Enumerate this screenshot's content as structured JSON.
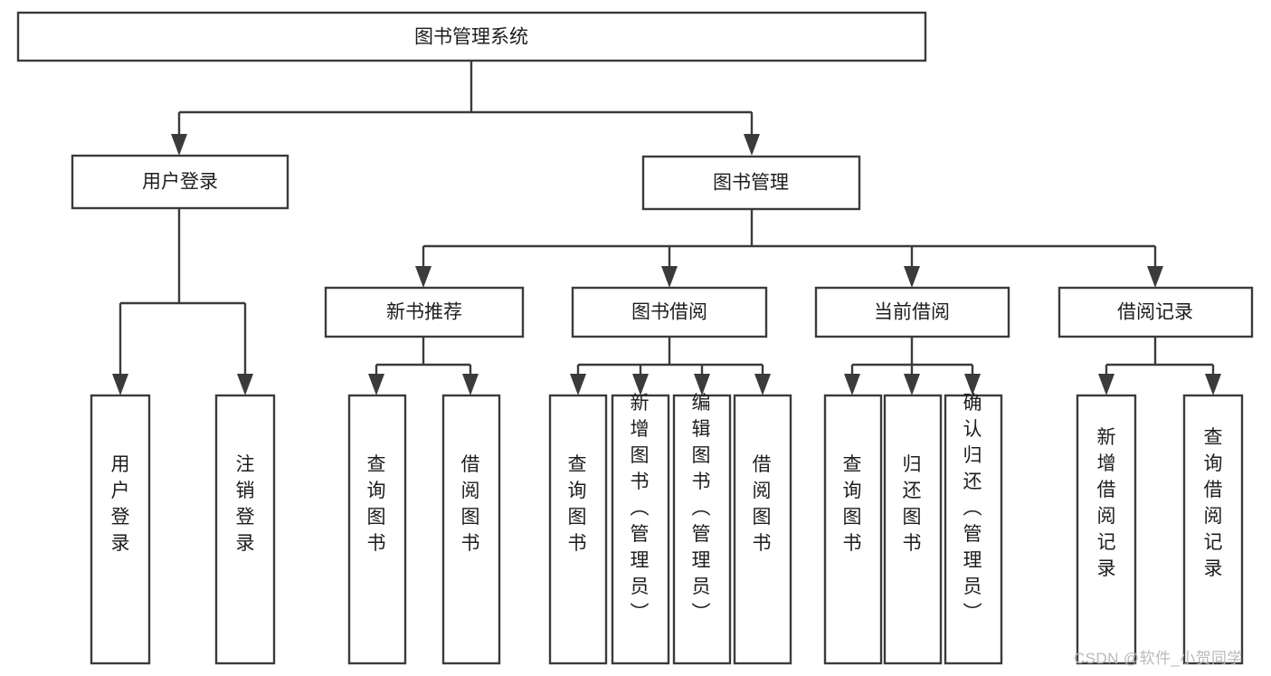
{
  "diagram": {
    "type": "tree-hierarchy",
    "root": {
      "id": "root",
      "label": "图书管理系统"
    },
    "level1": [
      {
        "id": "user-login",
        "label": "用户登录"
      },
      {
        "id": "book-management",
        "label": "图书管理"
      }
    ],
    "level2": [
      {
        "id": "new-book-recommend",
        "label": "新书推荐",
        "parent": "book-management"
      },
      {
        "id": "book-borrow",
        "label": "图书借阅",
        "parent": "book-management"
      },
      {
        "id": "current-borrow",
        "label": "当前借阅",
        "parent": "book-management"
      },
      {
        "id": "borrow-record",
        "label": "借阅记录",
        "parent": "book-management"
      }
    ],
    "leaves": {
      "user_login": [
        {
          "id": "leaf-user-login",
          "label": "用户登录"
        },
        {
          "id": "leaf-user-logout",
          "label": "注销登录"
        }
      ],
      "new_book_recommend": [
        {
          "id": "leaf-query-book-1",
          "label": "查询图书"
        },
        {
          "id": "leaf-borrow-book-1",
          "label": "借阅图书"
        }
      ],
      "book_borrow": [
        {
          "id": "leaf-query-book-2",
          "label": "查询图书"
        },
        {
          "id": "leaf-add-book",
          "label": "新增图书（管理员）"
        },
        {
          "id": "leaf-edit-book",
          "label": "编辑图书（管理员）"
        },
        {
          "id": "leaf-borrow-book-2",
          "label": "借阅图书"
        }
      ],
      "current_borrow": [
        {
          "id": "leaf-query-book-3",
          "label": "查询图书"
        },
        {
          "id": "leaf-return-book",
          "label": "归还图书"
        },
        {
          "id": "leaf-confirm-return",
          "label": "确认归还（管理员）"
        }
      ],
      "borrow_record": [
        {
          "id": "leaf-add-record",
          "label": "新增借阅记录"
        },
        {
          "id": "leaf-query-record",
          "label": "查询借阅记录"
        }
      ]
    }
  },
  "watermark": {
    "text": "CSDN @软件_小贺同学"
  },
  "colors": {
    "box_stroke": "#3b3b3b",
    "box_fill": "#ffffff",
    "text": "#1d1d1d",
    "watermark": "#b9b9b9",
    "background": "#ffffff"
  }
}
